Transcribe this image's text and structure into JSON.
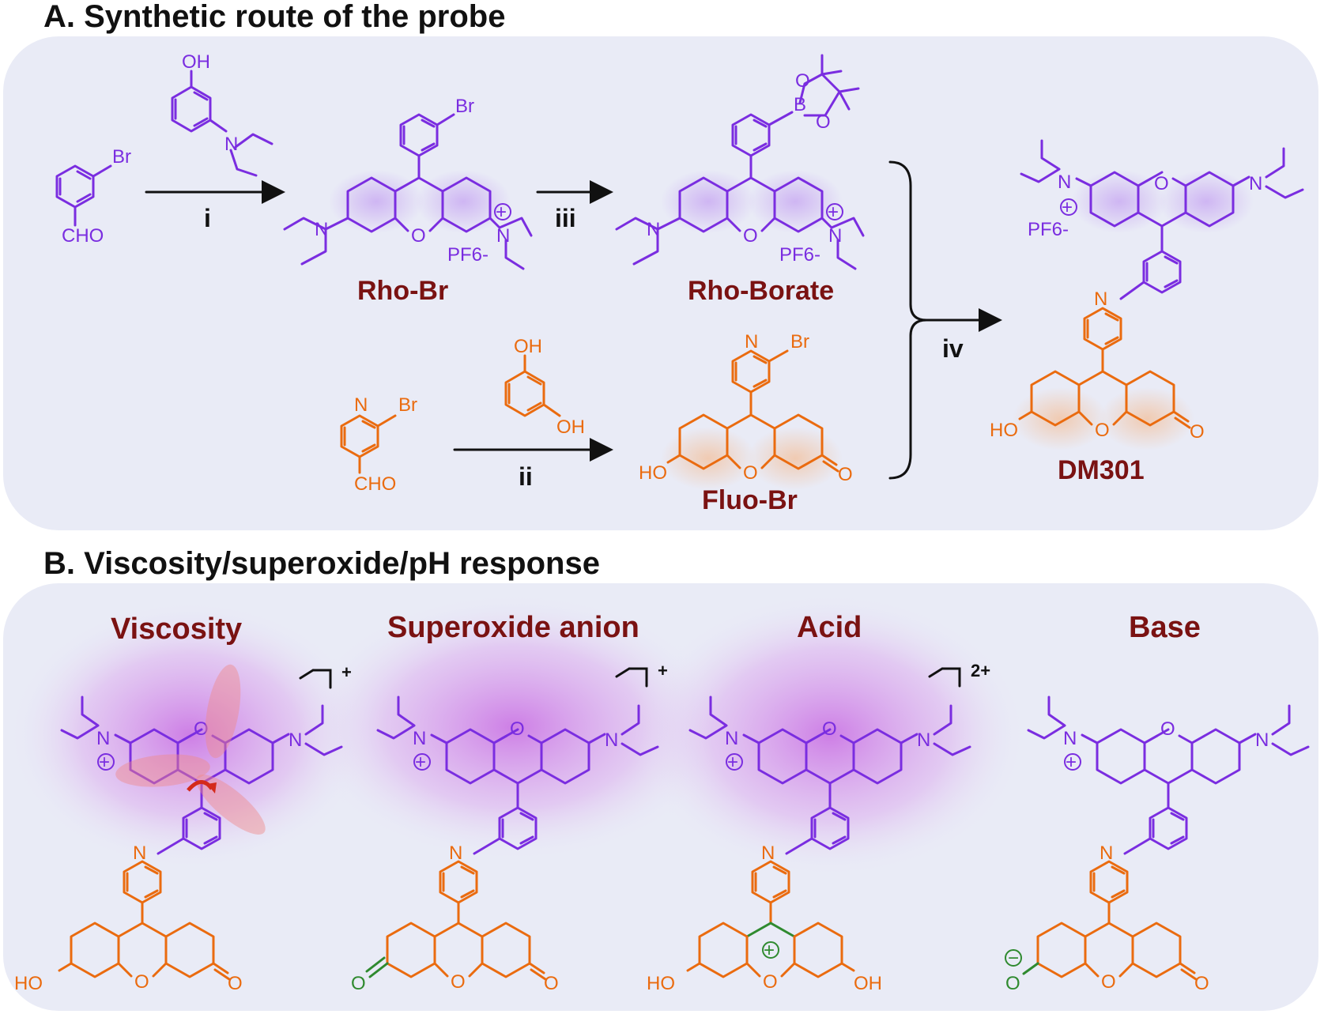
{
  "section_a": {
    "title": "A. Synthetic route of the probe",
    "compounds": [
      "Rho-Br",
      "Rho-Borate",
      "Fluo-Br",
      "DM301"
    ],
    "conditions": [
      "i",
      "ii",
      "iii",
      "iv"
    ]
  },
  "section_b": {
    "title": "B. Viscosity/superoxide/pH response",
    "panels": [
      {
        "label": "Viscosity",
        "charge": "+"
      },
      {
        "label": "Superoxide anion",
        "charge": "+"
      },
      {
        "label": "Acid",
        "charge": "2+"
      },
      {
        "label": "Base",
        "charge": ""
      }
    ]
  },
  "atoms": {
    "oh": "OH",
    "ho": "HO",
    "br": "Br",
    "cho": "CHO",
    "n": "N",
    "o": "O",
    "b": "B",
    "pf6": "PF6-",
    "plus": "+",
    "minus": "−"
  },
  "colors": {
    "rhodamine": "#7a2de0",
    "fluorescein": "#ea6b0f",
    "charge_green": "#2f8a2f",
    "compound_label": "#7a1212",
    "panel_bg": "#e9ebf6",
    "glow": "#c45ae0"
  }
}
